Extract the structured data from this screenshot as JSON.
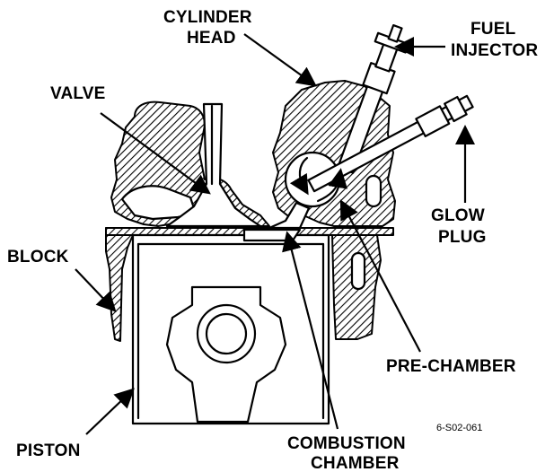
{
  "labels": {
    "cylinder_head": [
      "CYLINDER",
      "HEAD"
    ],
    "fuel_injector": [
      "FUEL",
      "INJECTOR"
    ],
    "valve": "VALVE",
    "glow_plug": [
      "GLOW",
      "PLUG"
    ],
    "block": "BLOCK",
    "pre_chamber": "PRE-CHAMBER",
    "piston": "PISTON",
    "combustion_chamber": [
      "COMBUSTION",
      "CHAMBER"
    ]
  },
  "figure_code": "6-S02-061"
}
